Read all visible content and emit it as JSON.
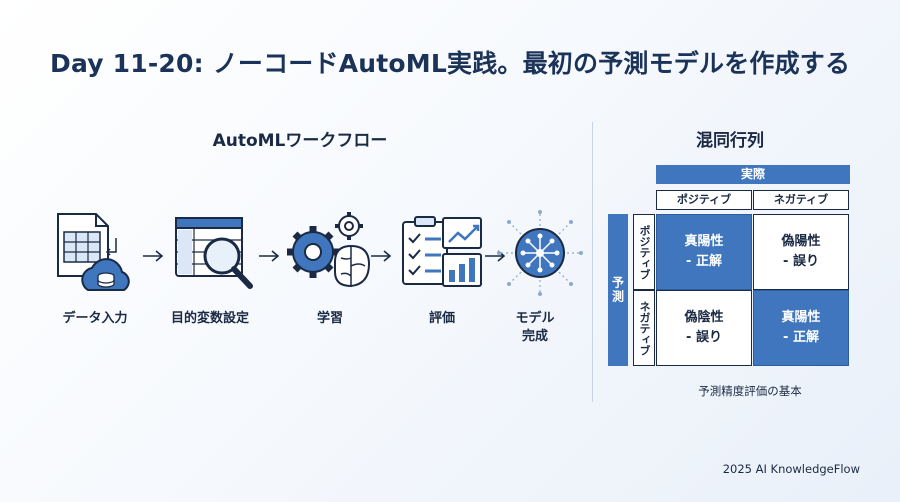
{
  "title": "Day 11-20: ノーコードAutoML実践。最初の予測モデルを作成する",
  "flow": {
    "title": "AutoMLワークフロー",
    "steps": [
      {
        "label": "データ入力",
        "icon": "data-cloud-icon"
      },
      {
        "label": "目的変数設定",
        "icon": "table-magnifier-icon"
      },
      {
        "label": "学習",
        "icon": "gears-brain-icon"
      },
      {
        "label": "評価",
        "icon": "checklist-charts-icon"
      },
      {
        "label": "モデル\n完成",
        "icon": "network-node-icon"
      }
    ]
  },
  "matrix": {
    "title": "混同行列",
    "actual_label": "実際",
    "predicted_label": "予測",
    "col_headers": [
      "ポジティブ",
      "ネガティブ"
    ],
    "row_headers": [
      "ポジティブ",
      "ネガティブ"
    ],
    "cells": [
      {
        "line1": "真陽性",
        "line2": "- 正解"
      },
      {
        "line1": "偽陽性",
        "line2": "- 誤り"
      },
      {
        "line1": "偽陰性",
        "line2": "- 誤り"
      },
      {
        "line1": "真陽性",
        "line2": "- 正解"
      }
    ],
    "caption": "予測精度評価の基本",
    "highlight_color": "#3f76bd"
  },
  "footer": "2025 AI KnowledgeFlow"
}
